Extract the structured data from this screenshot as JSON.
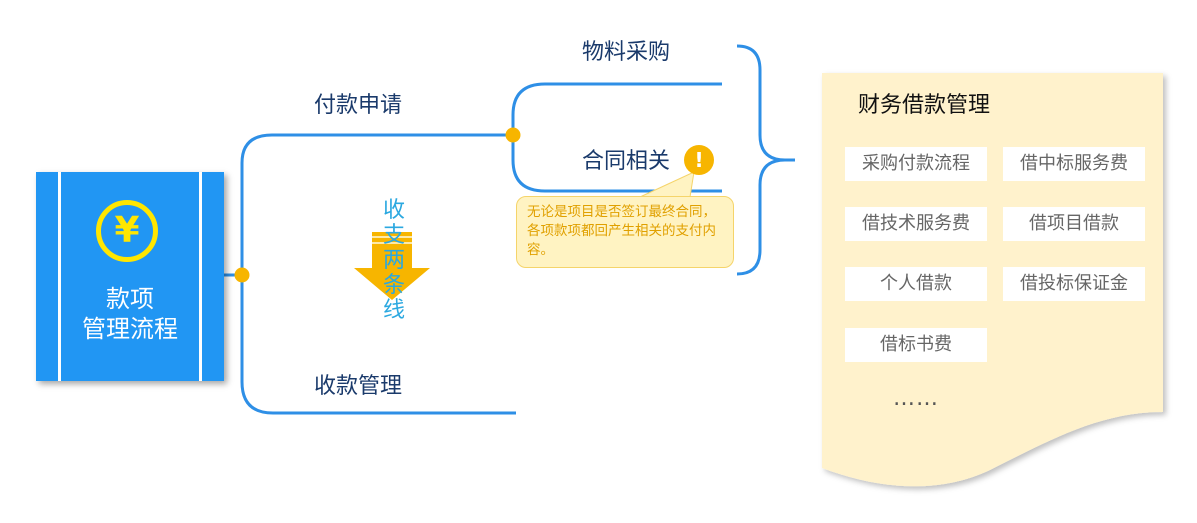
{
  "root": {
    "icon": "yen-icon",
    "title_line1": "款项",
    "title_line2": "管理流程"
  },
  "branches": {
    "payment_request": "付款申请",
    "receipt_management": "收款管理",
    "material_purchase": "物料采购",
    "contract_related": "合同相关"
  },
  "vertical_text": [
    "收",
    "支",
    "两",
    "条",
    "线"
  ],
  "callout": {
    "icon": "exclamation-icon",
    "text": "无论是项目是否签订最终合同，各项款项都回产生相关的支付内容。"
  },
  "note": {
    "title": "财务借款管理",
    "items": [
      "采购付款流程",
      "借中标服务费",
      "借技术服务费",
      "借项目借款",
      "个人借款",
      "借投标保证金",
      "借标书费"
    ],
    "ellipsis": "……"
  },
  "colors": {
    "primary_blue": "#2196f3",
    "line_blue": "#2e8fe6",
    "node_orange": "#f7b500",
    "note_bg": "#fff2cc",
    "yen_yellow": "#ffe600"
  }
}
